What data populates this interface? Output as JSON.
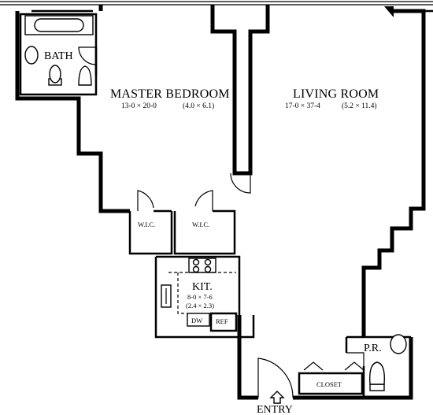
{
  "rooms": {
    "bath": {
      "label": "BATH"
    },
    "master_bedroom": {
      "label": "MASTER BEDROOM",
      "dims": "13-0 × 20-0",
      "metric": "(4.0 × 6.1)"
    },
    "living_room": {
      "label": "LIVING ROOM",
      "dims": "17-0 × 37-4",
      "metric": "(5.2 × 11.4)"
    },
    "wic_left": {
      "label": "W.I.C."
    },
    "wic_right": {
      "label": "W.I.C."
    },
    "kitchen": {
      "label": "KIT.",
      "dims": "8-0 × 7-6",
      "metric": "(2.4 × 2.3)"
    },
    "powder_room": {
      "label": "P.R."
    },
    "closet": {
      "label": "CLOSET"
    }
  },
  "appliances": {
    "dishwasher": "DW",
    "refrigerator": "REF"
  },
  "entry": {
    "label": "ENTRY"
  }
}
